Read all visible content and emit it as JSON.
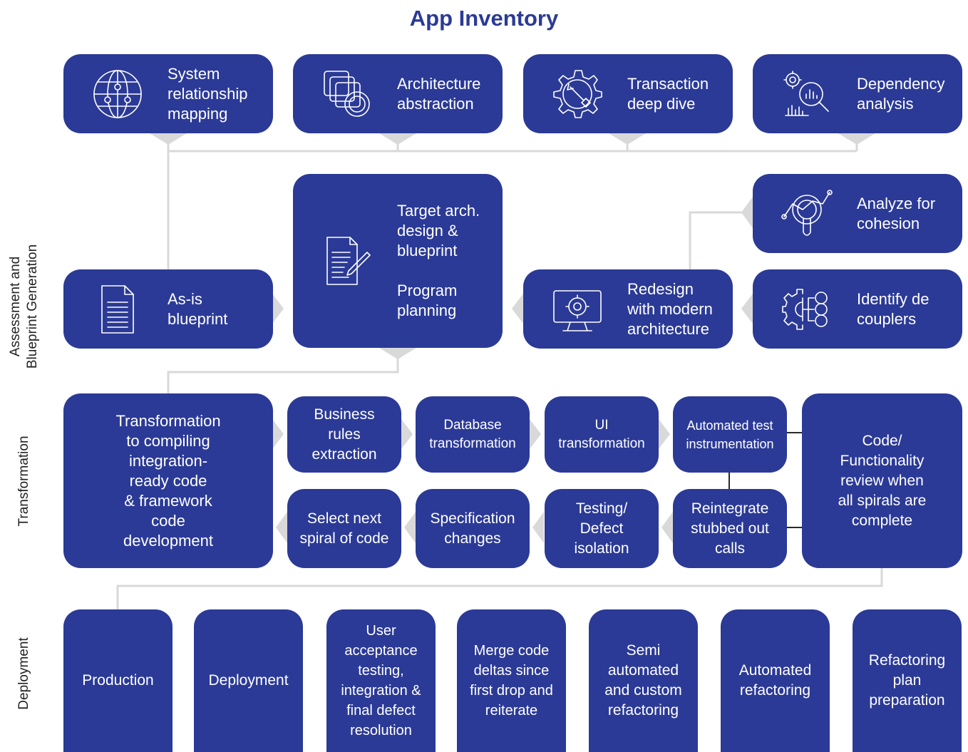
{
  "title": "App Inventory",
  "phases": {
    "assessment": "Assessment and\nBlueprint Generation",
    "transformation": "Transformation",
    "deployment": "Deployment"
  },
  "row1": [
    {
      "label": "System\nrelationship\nmapping",
      "icon": "globe-network-icon"
    },
    {
      "label": "Architecture\nabstraction",
      "icon": "layers-icon"
    },
    {
      "label": "Transaction\ndeep dive",
      "icon": "gear-wrench-icon"
    },
    {
      "label": "Dependency\nanalysis",
      "icon": "gear-chart-magnifier-icon"
    }
  ],
  "row2": {
    "as_is": {
      "label": "As-is\nblueprint",
      "icon": "document-icon"
    },
    "target": {
      "label": "Target arch.\ndesign &\nblueprint\n\nProgram\nplanning",
      "icon": "document-pen-icon"
    },
    "redesign": {
      "label": "Redesign\nwith modern\narchitecture",
      "icon": "monitor-gear-icon"
    },
    "cohesion": {
      "label": "Analyze for\ncohesion",
      "icon": "magnifier-chart-icon"
    },
    "decouplers": {
      "label": "Identify de\ncouplers",
      "icon": "gear-network-icon"
    }
  },
  "row3": {
    "transformation": "Transformation\nto compiling\nintegration-\nready code\n& framework\ncode\ndevelopment",
    "business_rules": "Business\nrules\nextraction",
    "database": "Database\ntransformation",
    "ui": "UI\ntransformation",
    "auto_test": "Automated test\ninstrumentation",
    "code_review": "Code/\nFunctionality\nreview when\nall spirals are\ncomplete",
    "select_next": "Select next\nspiral of code",
    "spec_changes": "Specification\nchanges",
    "testing": "Testing/\nDefect\nisolation",
    "reintegrate": "Reintegrate\nstubbed out\ncalls"
  },
  "row4": [
    "Production",
    "Deployment",
    "User\nacceptance\ntesting,\nintegration &\nfinal defect\nresolution",
    "Merge code\ndeltas since\nfirst drop and\nreiterate",
    "Semi\nautomated\nand custom\nrefactoring",
    "Automated\nrefactoring",
    "Refactoring\nplan\npreparation"
  ],
  "colors": {
    "box": "#2b3a96",
    "connector": "#d9d9d9",
    "title": "#2b3a96"
  }
}
